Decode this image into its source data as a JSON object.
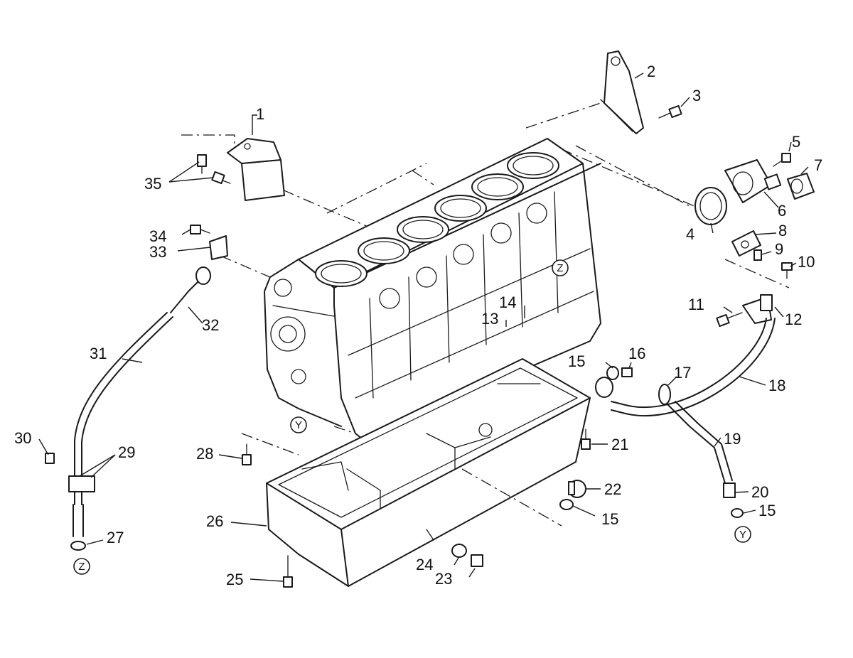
{
  "diagram": {
    "callouts": [
      {
        "id": "c1",
        "label": "1"
      },
      {
        "id": "c2",
        "label": "2"
      },
      {
        "id": "c3",
        "label": "3"
      },
      {
        "id": "c4",
        "label": "4"
      },
      {
        "id": "c5",
        "label": "5"
      },
      {
        "id": "c6",
        "label": "6"
      },
      {
        "id": "c7",
        "label": "7"
      },
      {
        "id": "c8",
        "label": "8"
      },
      {
        "id": "c9",
        "label": "9"
      },
      {
        "id": "c10",
        "label": "10"
      },
      {
        "id": "c11",
        "label": "11"
      },
      {
        "id": "c12",
        "label": "12"
      },
      {
        "id": "c13",
        "label": "13"
      },
      {
        "id": "c14",
        "label": "14"
      },
      {
        "id": "c15a",
        "label": "15"
      },
      {
        "id": "c16",
        "label": "16"
      },
      {
        "id": "c17",
        "label": "17"
      },
      {
        "id": "c18",
        "label": "18"
      },
      {
        "id": "c19",
        "label": "19"
      },
      {
        "id": "c15b",
        "label": "15"
      },
      {
        "id": "c20",
        "label": "20"
      },
      {
        "id": "c15c",
        "label": "15"
      },
      {
        "id": "c21",
        "label": "21"
      },
      {
        "id": "c22",
        "label": "22"
      },
      {
        "id": "c23",
        "label": "23"
      },
      {
        "id": "c24",
        "label": "24"
      },
      {
        "id": "c25",
        "label": "25"
      },
      {
        "id": "c26",
        "label": "26"
      },
      {
        "id": "c27",
        "label": "27"
      },
      {
        "id": "c28",
        "label": "28"
      },
      {
        "id": "c29",
        "label": "29"
      },
      {
        "id": "c30",
        "label": "30"
      },
      {
        "id": "c31",
        "label": "31"
      },
      {
        "id": "c32",
        "label": "32"
      },
      {
        "id": "c33",
        "label": "33"
      },
      {
        "id": "c34",
        "label": "34"
      },
      {
        "id": "c35",
        "label": "35"
      }
    ],
    "reference_markers": [
      {
        "id": "rz1",
        "label": "Z"
      },
      {
        "id": "rz2",
        "label": "Z"
      },
      {
        "id": "ry1",
        "label": "Y"
      },
      {
        "id": "ry2",
        "label": "Y"
      }
    ]
  }
}
